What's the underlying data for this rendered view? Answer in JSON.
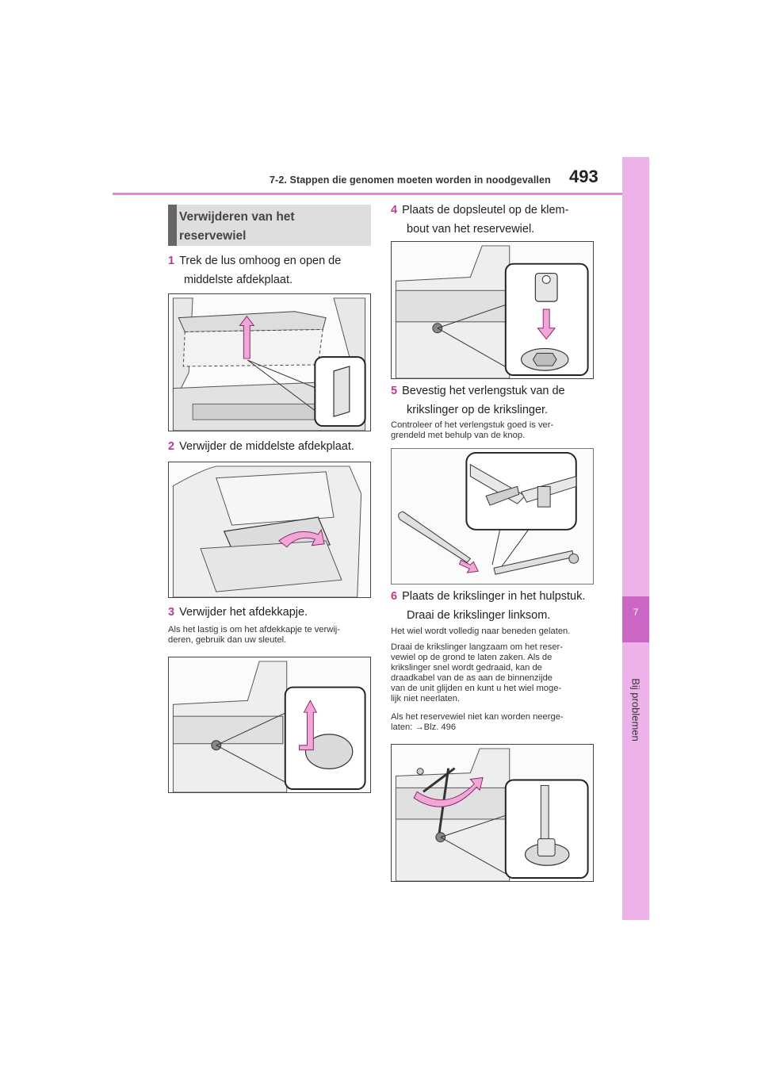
{
  "header": {
    "section": "7-2. Stappen die genomen moeten worden in noodgevallen",
    "page_number": "493"
  },
  "side_tab": {
    "chapter_number": "7",
    "chapter_label": "Bij problemen"
  },
  "box_title": {
    "line1": "Verwijderen van het",
    "line2": "reservewiel"
  },
  "steps": [
    {
      "num": "1",
      "line1": "Trek de lus omhoog en open de",
      "line2": "middelste afdekplaat."
    },
    {
      "num": "2",
      "line1": "Verwijder de middelste afdekplaat."
    },
    {
      "num": "3",
      "line1": "Verwijder het afdekkapje."
    },
    {
      "num": "4",
      "line1": "Plaats de dopsleutel op de klem-",
      "line2": "bout van het reservewiel."
    },
    {
      "num": "5",
      "line1": "Bevestig het verlengstuk van de",
      "line2": "krikslinger op de krikslinger."
    },
    {
      "num": "6",
      "line1": "Plaats de krikslinger in het hulpstuk.",
      "line2": "Draai de krikslinger linksom."
    }
  ],
  "notes": {
    "step3": {
      "line1": "Als het lastig is om het afdekkapje te verwij-",
      "line2": "deren, gebruik dan uw sleutel."
    },
    "step5": {
      "line1": "Controleer of het verlengstuk goed is ver-",
      "line2": "grendeld met behulp van de knop."
    },
    "step6_a": "Het wiel wordt volledig naar beneden gelaten.",
    "step6_b": {
      "line1": "Draai de krikslinger langzaam om het reser-",
      "line2": "vewiel op de grond te laten zaken. Als de",
      "line3": "krikslinger snel wordt gedraaid, kan de",
      "line4": "draadkabel van de as aan de binnenzijde",
      "line5": "van de unit glijden en kunt u het wiel moge-",
      "line6": "lijk niet neerlaten."
    },
    "step6_c": {
      "line1": "Als het reservewiel niet kan worden neerge-",
      "line2": "laten: ",
      "arrow": "→",
      "ref": "Blz. 496"
    }
  },
  "colors": {
    "accent": "#c0398f",
    "arrow_pink": "#f2a6d6",
    "tab": "#edb2ea",
    "tab_dark": "#cc66c4"
  }
}
